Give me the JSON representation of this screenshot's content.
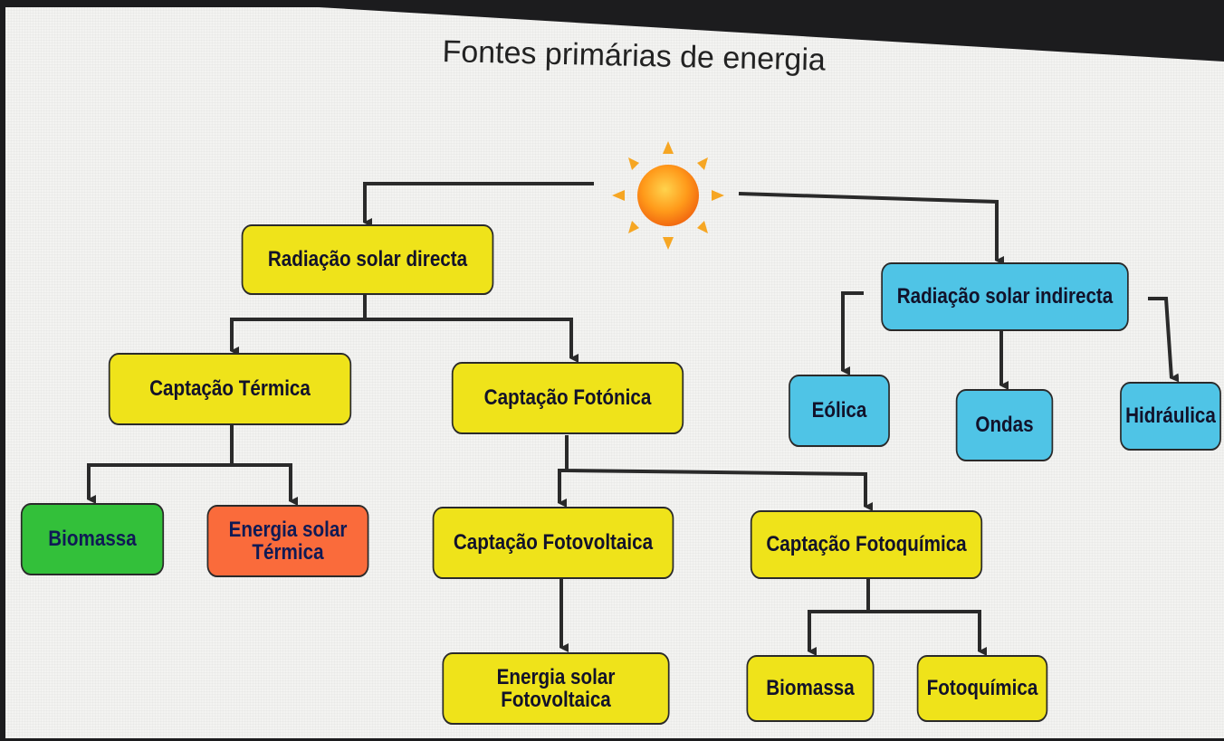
{
  "title": "Fontes primárias de energia",
  "colors": {
    "yellow": "#efe31a",
    "blue": "#4fc4e6",
    "green": "#33c03a",
    "orange": "#fa6b3b"
  },
  "icons": {
    "sun": "sun-icon"
  },
  "nodes": {
    "direct": "Radiação solar directa",
    "indirect": "Radiação solar indirecta",
    "thermal_capture": "Captação Térmica",
    "photonic_capture": "Captação Fotónica",
    "eolica": "Eólica",
    "ondas": "Ondas",
    "hidraulica": "Hidráulica",
    "biomassa_1": "Biomassa",
    "solar_thermal": "Energia solar\nTérmica",
    "photovoltaic_capture": "Captação Fotovoltaica",
    "photochemical_capture": "Captação Fotoquímica",
    "solar_pv": "Energia solar\nFotovoltaica",
    "biomassa_2": "Biomassa",
    "fotoquimica": "Fotoquímica"
  }
}
